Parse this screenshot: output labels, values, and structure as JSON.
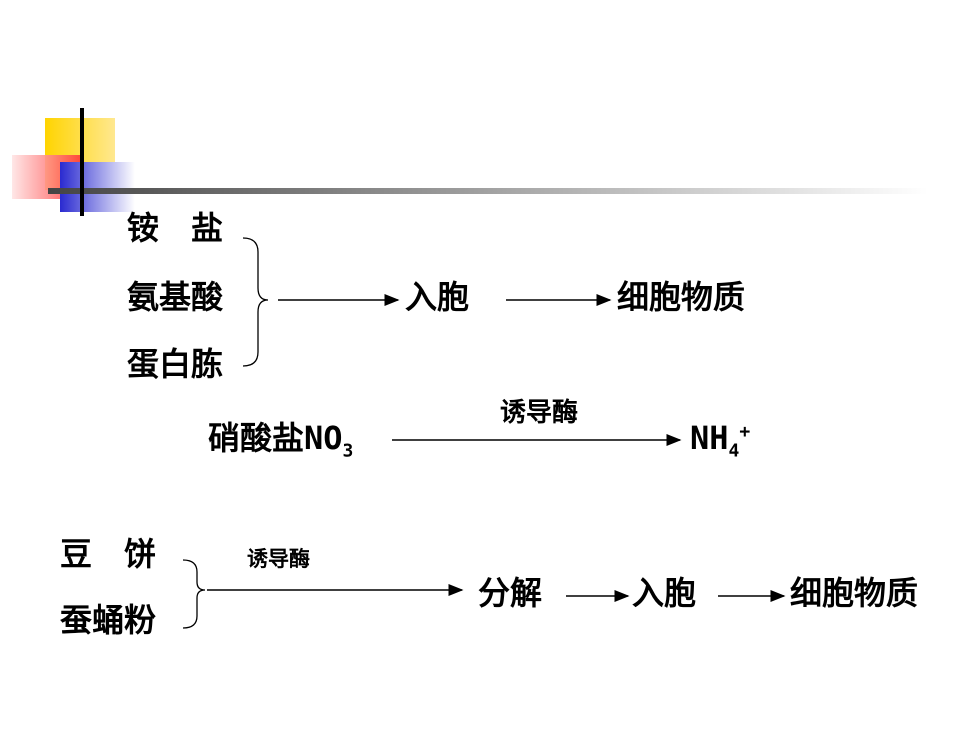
{
  "sources_group1": [
    "铵　盐",
    "氨基酸",
    "蛋白胨"
  ],
  "group1_steps": [
    "入胞",
    "细胞物质"
  ],
  "nitrate": {
    "label": "硝酸盐",
    "formula_main": "NO",
    "formula_sub": "3"
  },
  "ammonium": {
    "main": "NH",
    "sub": "4",
    "sup": "+"
  },
  "enzyme_label": "诱导酶",
  "sources_group2": [
    "豆　饼",
    "蚕蛹粉"
  ],
  "group2_enzyme_label": "诱导酶",
  "group2_steps": [
    "分解",
    "入胞",
    "细胞物质"
  ],
  "colors": {
    "yellow": "#FFD400",
    "red": "#FF4040",
    "blue": "#2A2AD0",
    "rule": "#555555"
  }
}
